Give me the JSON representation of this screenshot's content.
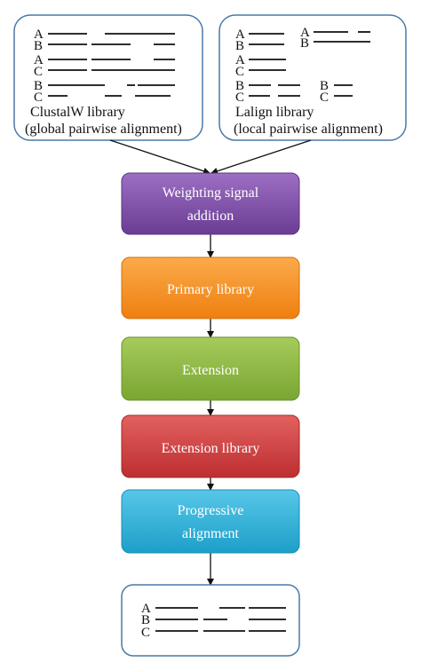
{
  "libraries": {
    "clustalw": {
      "title": "ClustalW library",
      "subtitle": "(global pairwise alignment)",
      "labels": [
        "A",
        "B",
        "A",
        "C",
        "B",
        "C"
      ]
    },
    "lalign": {
      "title": "Lalign library",
      "subtitle": "(local pairwise alignment)",
      "labels_left": [
        "A",
        "B",
        "A",
        "C",
        "B",
        "C"
      ],
      "labels_right": [
        "A",
        "B",
        "B",
        "C"
      ]
    }
  },
  "steps": [
    {
      "line1": "Weighting signal",
      "line2": "addition",
      "color": "#7b4ba3"
    },
    {
      "line1": "Primary library",
      "line2": "",
      "color": "#f38a1d"
    },
    {
      "line1": "Extension",
      "line2": "",
      "color": "#88b23f"
    },
    {
      "line1": "Extension library",
      "line2": "",
      "color": "#cc3a3b"
    },
    {
      "line1": "Progressive",
      "line2": "alignment",
      "color": "#29afd6"
    }
  ],
  "result": {
    "labels": [
      "A",
      "B",
      "C"
    ]
  },
  "colors": {
    "box_border": "#4a79a6",
    "line": "#111111"
  }
}
